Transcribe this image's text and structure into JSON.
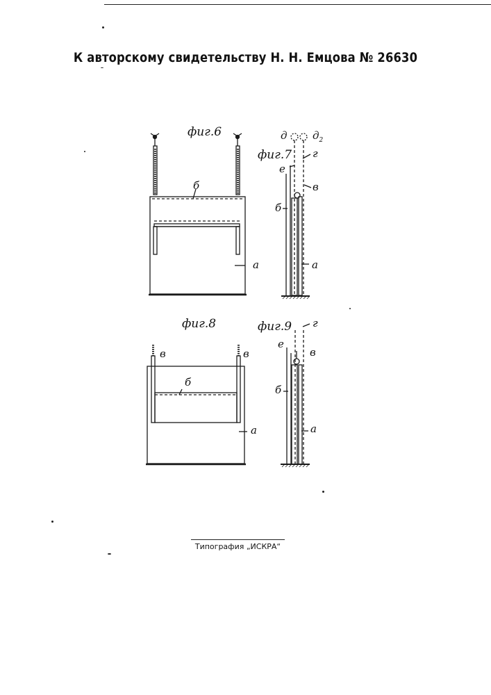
{
  "header": {
    "title": "К авторскому свидетельству Н. Н. Емцова № 26630"
  },
  "figures": {
    "fig6": {
      "label": "фиг.6",
      "parts": {
        "b": "б",
        "a": "а"
      }
    },
    "fig7": {
      "label": "фиг.7",
      "parts": {
        "d1": "д",
        "d2": "д",
        "d2_sub": "2",
        "g": "г",
        "e": "е",
        "v": "в",
        "b": "б",
        "a": "а"
      }
    },
    "fig8": {
      "label": "фиг.8",
      "parts": {
        "v_left": "в",
        "v_right": "в",
        "b": "б",
        "a": "а"
      }
    },
    "fig9": {
      "label": "фиг.9",
      "parts": {
        "g": "г",
        "e": "е",
        "v": "в",
        "b": "б",
        "a": "а"
      }
    }
  },
  "footer": {
    "text": "Типография „ИСКРА“"
  }
}
